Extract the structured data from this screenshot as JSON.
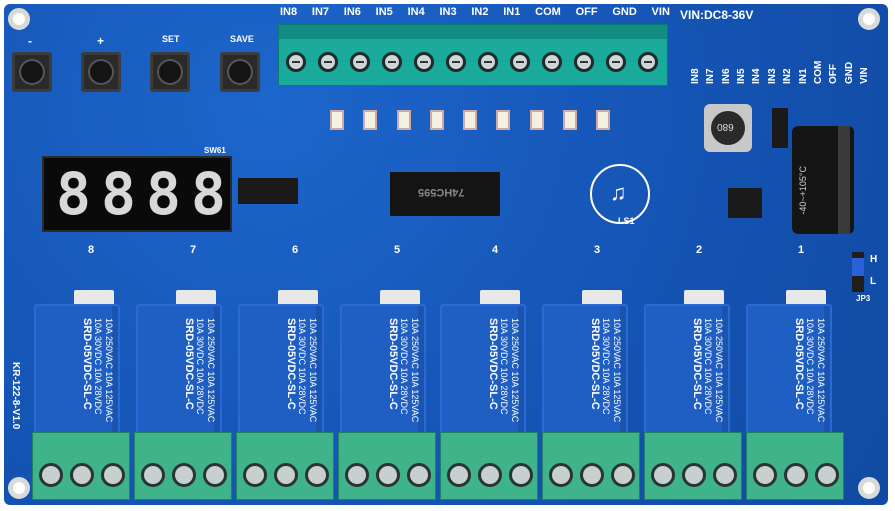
{
  "board": {
    "model": "KR-122-8-V1.0",
    "vin_range": "VIN:DC8-36V",
    "top_terminal_labels": [
      "IN8",
      "IN7",
      "IN6",
      "IN5",
      "IN4",
      "IN3",
      "IN2",
      "IN1",
      "COM",
      "OFF",
      "GND",
      "VIN"
    ],
    "right_side_labels": [
      "VIN",
      "GND",
      "OFF",
      "COM",
      "IN1",
      "IN2",
      "IN3",
      "IN4",
      "IN5",
      "IN6",
      "IN7",
      "IN8"
    ],
    "buttons": [
      {
        "label": "-"
      },
      {
        "label": "+"
      },
      {
        "label": "SET"
      },
      {
        "label": "SAVE"
      }
    ],
    "display": {
      "digits": [
        "8",
        "8",
        "8",
        "8"
      ],
      "ref": "SW61"
    },
    "relay_numbers": [
      "8",
      "7",
      "6",
      "5",
      "4",
      "3",
      "2",
      "1"
    ],
    "relay_text": {
      "line1": "10A 250VAC 10A 125VAC",
      "line2": "10A 30VDC 10A 28VDC",
      "model": "SRD-05VDC-SL-C"
    },
    "ic_label": "74HC595",
    "capacitor_text": "-40~+105°C",
    "inductor_text": "680",
    "buzzer_ref": "LS1",
    "jumper_ref": "JP3",
    "jumper_marks": [
      "H",
      "L"
    ],
    "colors": {
      "pcb": "#1556b8",
      "terminal_top": "#1aa99a",
      "terminal_bottom": "#3fb38a",
      "relay": "#1f5fc4"
    }
  }
}
